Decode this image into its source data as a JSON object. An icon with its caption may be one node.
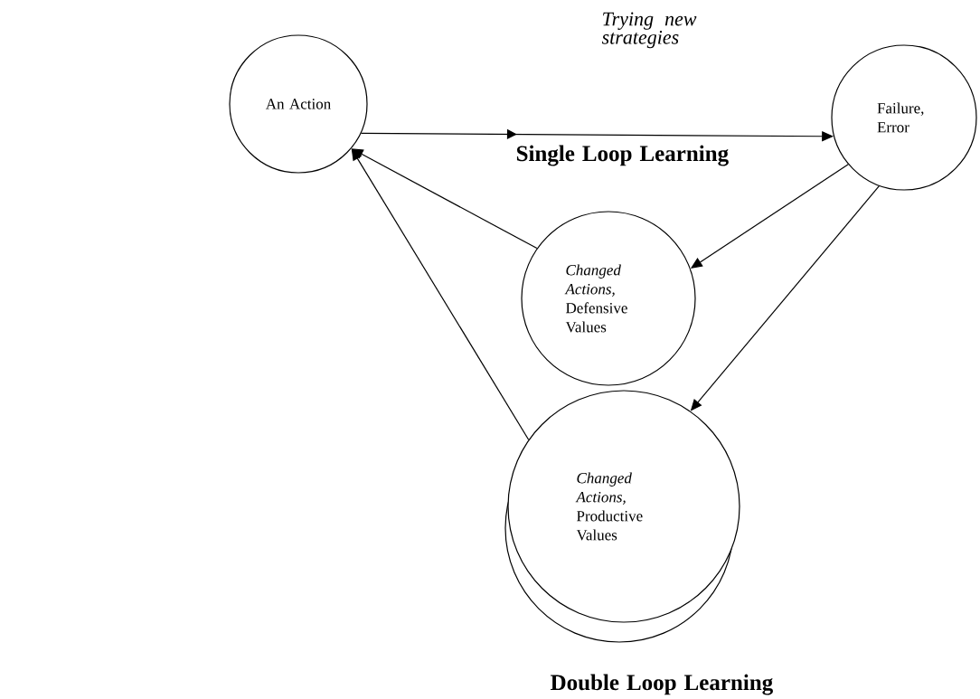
{
  "diagram": {
    "nodes": [
      {
        "text": [
          "An Action"
        ]
      },
      {
        "text": [
          "Failure, Error"
        ]
      },
      {
        "text": [
          "*Changed Actions,* Defensive Values"
        ]
      },
      {
        "text": [
          "*Changed Actions,* Productive Values"
        ]
      }
    ],
    "edges": [
      {
        "from": 0,
        "to": 1,
        "arrow": "to"
      },
      {
        "from": 1,
        "to": 2,
        "arrow": "to"
      },
      {
        "from": 2,
        "to": 0,
        "arrow": "to"
      },
      {
        "from": 1,
        "to": 3,
        "arrow": "to"
      },
      {
        "from": 3,
        "to": 0,
        "arrow": "to"
      }
    ],
    "labels": [
      "Trying new strategies",
      "Single Loop Learning",
      "Double Loop Learning"
    ]
  }
}
